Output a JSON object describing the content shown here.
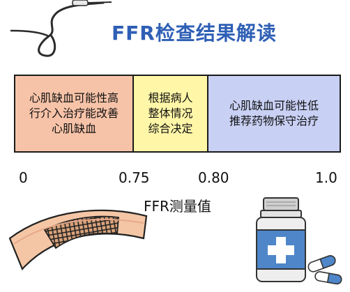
{
  "title": "FFR检查结果解读",
  "segments": [
    {
      "text": "心肌缺血可能性高\n行介入治疗能改善\n心肌缺血",
      "color": "#F7C3A8"
    },
    {
      "text": "根据病人\n整体情况\n综合决定",
      "color": "#FFF6A7"
    },
    {
      "text": "心肌缺血可能性低\n推荐药物保守治疗",
      "color": "#C8D0F4"
    }
  ],
  "ticks": [
    "0",
    "0.75",
    "0.80",
    "1.0"
  ],
  "axis_label": "FFR测量值",
  "colors": {
    "title": "#2E5FB5",
    "border": "#1a1a1a"
  },
  "illustrations": [
    "guidewire-icon",
    "stent-vessel-icon",
    "medicine-bottle-icon",
    "capsule-icon"
  ]
}
